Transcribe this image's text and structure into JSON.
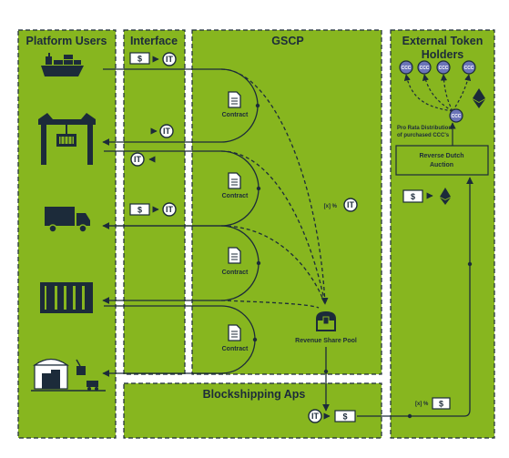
{
  "headers": {
    "platform_users": "Platform Users",
    "interface": "Interface",
    "gscp": "GSCP",
    "external": [
      "External Token",
      "Holders"
    ],
    "blockshipping": "Blockshipping Aps"
  },
  "labels": {
    "contract": "Contract",
    "revenue_pool": "Revenue Share Pool",
    "auction": [
      "Reverse Dutch",
      "Auction"
    ],
    "pro_rata": [
      "Pro Rata Distribution",
      "of purchased CCC's"
    ],
    "pct_it": "[x] %",
    "pct_dollar": "[x] %"
  },
  "tokens": {
    "it": "IT",
    "dollar": "$",
    "ccc": "CCC"
  },
  "colors": {
    "green": "#87b61f",
    "navy": "#1c2b3a",
    "white": "#ffffff",
    "ccc": "#6b74b8"
  },
  "icons": [
    "ship-icon",
    "gantry-crane-icon",
    "truck-icon",
    "container-icon",
    "warehouse-icon",
    "document-icon",
    "treasure-chest-icon",
    "ethereum-icon"
  ]
}
